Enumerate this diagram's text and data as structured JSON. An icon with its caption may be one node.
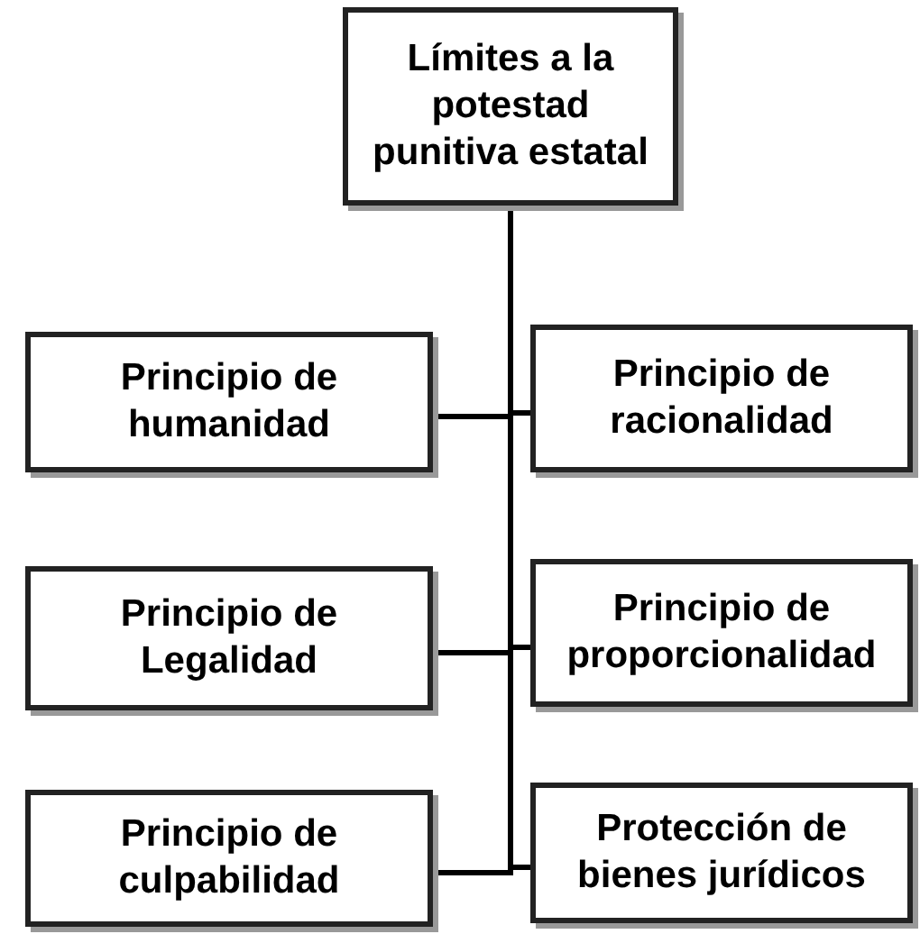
{
  "diagram": {
    "nodes": [
      {
        "text": [
          "Límites a la potestad punitiva estatal"
        ]
      },
      {
        "text": [
          "Principio de humanidad"
        ]
      },
      {
        "text": [
          "Principio de racionalidad"
        ]
      },
      {
        "text": [
          "Principio de Legalidad"
        ]
      },
      {
        "text": [
          "Principio de proporcionalidad"
        ]
      },
      {
        "text": [
          "Principio de culpabilidad"
        ]
      },
      {
        "text": [
          "Protección de bienes jurídicos"
        ]
      }
    ],
    "edges": [
      {
        "from": 0,
        "to": 1,
        "arrow": "none"
      },
      {
        "from": 0,
        "to": 2,
        "arrow": "none"
      },
      {
        "from": 0,
        "to": 3,
        "arrow": "none"
      },
      {
        "from": 0,
        "to": 4,
        "arrow": "none"
      },
      {
        "from": 0,
        "to": 5,
        "arrow": "none"
      },
      {
        "from": 0,
        "to": 6,
        "arrow": "none"
      }
    ]
  }
}
